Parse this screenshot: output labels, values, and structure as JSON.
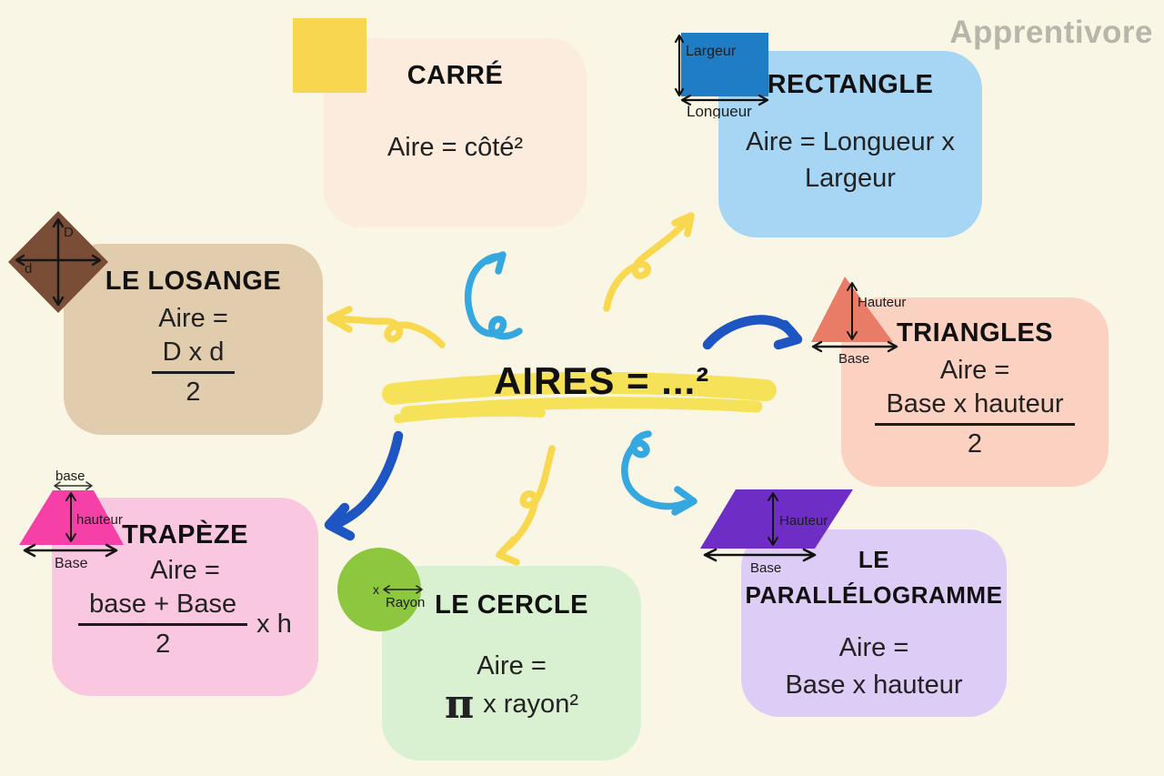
{
  "logo": "Apprentivore",
  "center": {
    "title": "AIRES = ...²"
  },
  "palette": {
    "background": "#faf6e5",
    "arrow_yellow": "#f8d84e",
    "arrow_blue": "#1d56c2",
    "arrow_cyan": "#35a8e0",
    "highlight_yellow": "#f6e04a"
  },
  "cards": {
    "carre": {
      "title": "CARRÉ",
      "formula": "Aire = côté²",
      "card_color": "#fbecdd",
      "shape_color": "#f8d64f"
    },
    "rectangle": {
      "title": "RECTANGLE",
      "formula_line1": "Aire = Longueur x",
      "formula_line2": "Largeur",
      "label_largeur": "Largeur",
      "label_longueur": "Longueur",
      "card_color": "#a7d5f4",
      "shape_color": "#1e7dc4"
    },
    "losange": {
      "title": "LE LOSANGE",
      "aire_label": "Aire =",
      "numerator": "D x d",
      "denominator": "2",
      "label_grande_diagonale": "D",
      "label_petite_diagonale": "d",
      "card_color": "#e2ccae",
      "shape_color": "#7a4e36"
    },
    "triangles": {
      "title": "TRIANGLES",
      "aire_label": "Aire =",
      "numerator": "Base x hauteur",
      "denominator": "2",
      "label_hauteur": "Hauteur",
      "label_base": "Base",
      "card_color": "#fbd1c2",
      "shape_color": "#e87c66"
    },
    "trapeze": {
      "title": "TRAPÈZE",
      "aire_label": "Aire =",
      "numerator": "base + Base",
      "denominator": "2",
      "suffix": "x h",
      "label_petite_base": "base",
      "label_hauteur": "hauteur",
      "label_grande_base": "Base",
      "card_color": "#fac7e1",
      "shape_color": "#f640a8"
    },
    "cercle": {
      "title": "LE CERCLE",
      "aire_label": "Aire =",
      "pi": "π",
      "formula_rest": "x rayon²",
      "label_centre": "x",
      "label_rayon": "Rayon",
      "card_color": "#d9f1d1",
      "shape_color": "#8dc63f"
    },
    "parallelogramme": {
      "title_line1": "LE",
      "title_line2": "PARALLÉLOGRAMME",
      "aire_label": "Aire =",
      "formula": "Base x hauteur",
      "label_hauteur": "Hauteur",
      "label_base": "Base",
      "card_color": "#dcccf6",
      "shape_color": "#6e2ec6"
    }
  }
}
